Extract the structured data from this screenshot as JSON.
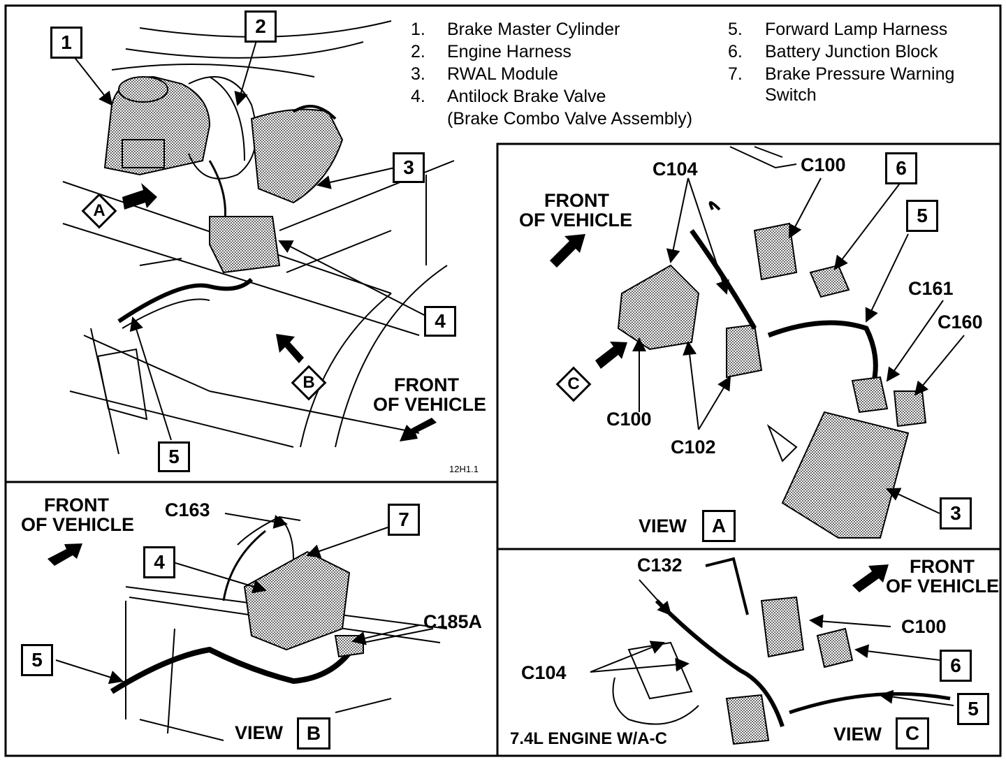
{
  "legend": [
    {
      "num": "1.",
      "text": "Brake Master Cylinder"
    },
    {
      "num": "2.",
      "text": "Engine Harness"
    },
    {
      "num": "3.",
      "text": "RWAL Module"
    },
    {
      "num": "4.",
      "text": "Antilock Brake Valve"
    },
    {
      "num": "",
      "text": "(Brake Combo Valve Assembly)"
    },
    {
      "num": "5.",
      "text": "Forward Lamp Harness"
    },
    {
      "num": "6.",
      "text": "Battery Junction Block"
    },
    {
      "num": "7.",
      "text": "Brake Pressure Warning"
    },
    {
      "num": "",
      "text": "Switch"
    }
  ],
  "main_view": {
    "callouts": [
      "1",
      "2",
      "3",
      "4",
      "5"
    ],
    "view_markers": [
      "A",
      "B"
    ],
    "front_label": [
      "FRONT",
      "OF VEHICLE"
    ],
    "figure_id": "12H1.1"
  },
  "view_a": {
    "front_label": [
      "FRONT",
      "OF VEHICLE"
    ],
    "connectors": [
      "C104",
      "C100",
      "C161",
      "C160",
      "C100",
      "C102"
    ],
    "callouts": [
      "6",
      "5",
      "3"
    ],
    "view_marker": "C",
    "caption_word": "VIEW",
    "caption_letter": "A"
  },
  "view_b": {
    "front_label": [
      "FRONT",
      "OF VEHICLE"
    ],
    "connectors": [
      "C163",
      "C185A"
    ],
    "callouts": [
      "7",
      "4",
      "5"
    ],
    "caption_word": "VIEW",
    "caption_letter": "B"
  },
  "view_c": {
    "front_label": [
      "FRONT",
      "OF VEHICLE"
    ],
    "connectors": [
      "C132",
      "C100",
      "C104"
    ],
    "callouts": [
      "6",
      "5"
    ],
    "engine_note": "7.4L ENGINE W/A-C",
    "caption_word": "VIEW",
    "caption_letter": "C"
  },
  "colors": {
    "ink": "#000000",
    "paper": "#ffffff",
    "stipple": "#9a9a9a"
  }
}
